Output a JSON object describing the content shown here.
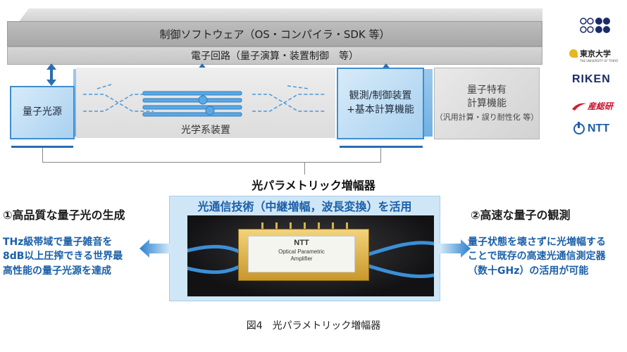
{
  "layers": {
    "software": "制御ソフトウェア（OS・コンパイラ・SDK 等）",
    "circuit": "電子回路（量子演算・装置制御　等）"
  },
  "blocks": {
    "quantum_source": "量子光源",
    "optical_system": "光学系装置",
    "measurement_line1": "観測/制御装置",
    "measurement_line2": "+基本計算機能",
    "quantum_func_line1": "量子特有",
    "quantum_func_line2": "計算機能",
    "quantum_func_note": "（汎用計算・誤り耐性化 等）"
  },
  "amplifier": {
    "title": "光パラメトリック増幅器",
    "panel_heading": "光通信技術（中継増幅，波長変換）を活用",
    "device_brand": "NTT",
    "device_line1": "Optical Parametric",
    "device_line2": "Amplifier"
  },
  "left_feature": {
    "heading": "①高品質な量子光の生成",
    "lines": [
      "THz級帯域で量子雑音を",
      "8dB以上圧搾できる世界最",
      "高性能の量子光源を達成"
    ]
  },
  "right_feature": {
    "heading": "②高速な量子の観測",
    "lines": [
      "量子状態を壊さずに光増幅する",
      "ことで既存の高速光通信測定器",
      "（数十GHz）の活用が可能"
    ]
  },
  "logos": {
    "tokyo": "東京大学",
    "tokyo_sub": "THE UNIVERSITY OF TOKYO",
    "riken": "RIKEN",
    "aist": "産総研",
    "ntt": "NTT"
  },
  "caption": "図4　光パラメトリック増幅器",
  "colors": {
    "accent_blue": "#1b5fa8",
    "block_blue": "#a9d1f0",
    "panel_blue": "#cfe6f7",
    "layer_grey": "#c5c5c5"
  }
}
